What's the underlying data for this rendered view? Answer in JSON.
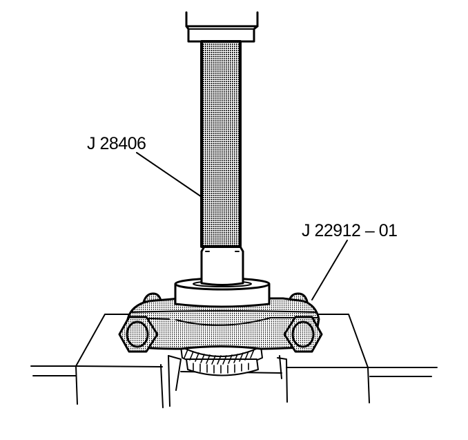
{
  "diagram": {
    "type": "service-manual-line-illustration",
    "colors": {
      "line": "#000000",
      "background": "#ffffff",
      "stipple": "#000000"
    },
    "callouts": [
      {
        "id": "press-tool",
        "label": "J 28406",
        "points_to": "shaft / press tube"
      },
      {
        "id": "holding-fixture",
        "label": "J 22912 – 01",
        "points_to": "bearing separator / holder plate"
      }
    ],
    "components": [
      "press-ram",
      "press-tube-shaft",
      "shaft-collar",
      "bearing-race-disc",
      "separator-plate",
      "hex-bolt-left",
      "hex-bolt-right",
      "gear",
      "press-bed-block-left",
      "press-bed-block-right"
    ]
  }
}
